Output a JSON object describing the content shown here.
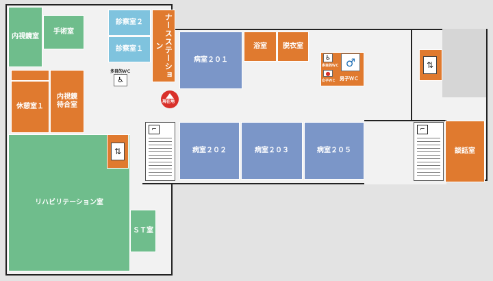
{
  "rooms": {
    "endoscopy": "内視鏡室",
    "surgery": "手術室",
    "exam2": "診察室２",
    "exam1": "診察室１",
    "nurse_station": "ナースステーション",
    "ward201": "病室２０１",
    "bath": "浴室",
    "dressing": "脱衣室",
    "rest1": "休憩室１",
    "endoscopy_waiting": "内視鏡待合室",
    "ward202": "病室２０２",
    "ward203": "病室２０３",
    "ward205": "病室２０５",
    "rehab": "リハビリテーション室",
    "st": "ＳＴ室",
    "consult": "談話室"
  },
  "wc": {
    "multipurpose": "多目的ＷＣ",
    "male": "男子ＷＣ",
    "multipurpose_small": "多目的ＷＣ",
    "female_small": "女子ＷＣ"
  },
  "marker": {
    "current_location": "現在地"
  },
  "icons": {
    "stairs": "stairs-icon",
    "elevator": "elevator-icon",
    "wheelchair": "wheelchair-icon",
    "male": "male-toilet-icon"
  },
  "colors": {
    "green": "#6fbd8c",
    "orange": "#e07a2f",
    "blue": "#7b96c8",
    "cyan": "#7fc3de",
    "marker_red": "#d9302a"
  }
}
